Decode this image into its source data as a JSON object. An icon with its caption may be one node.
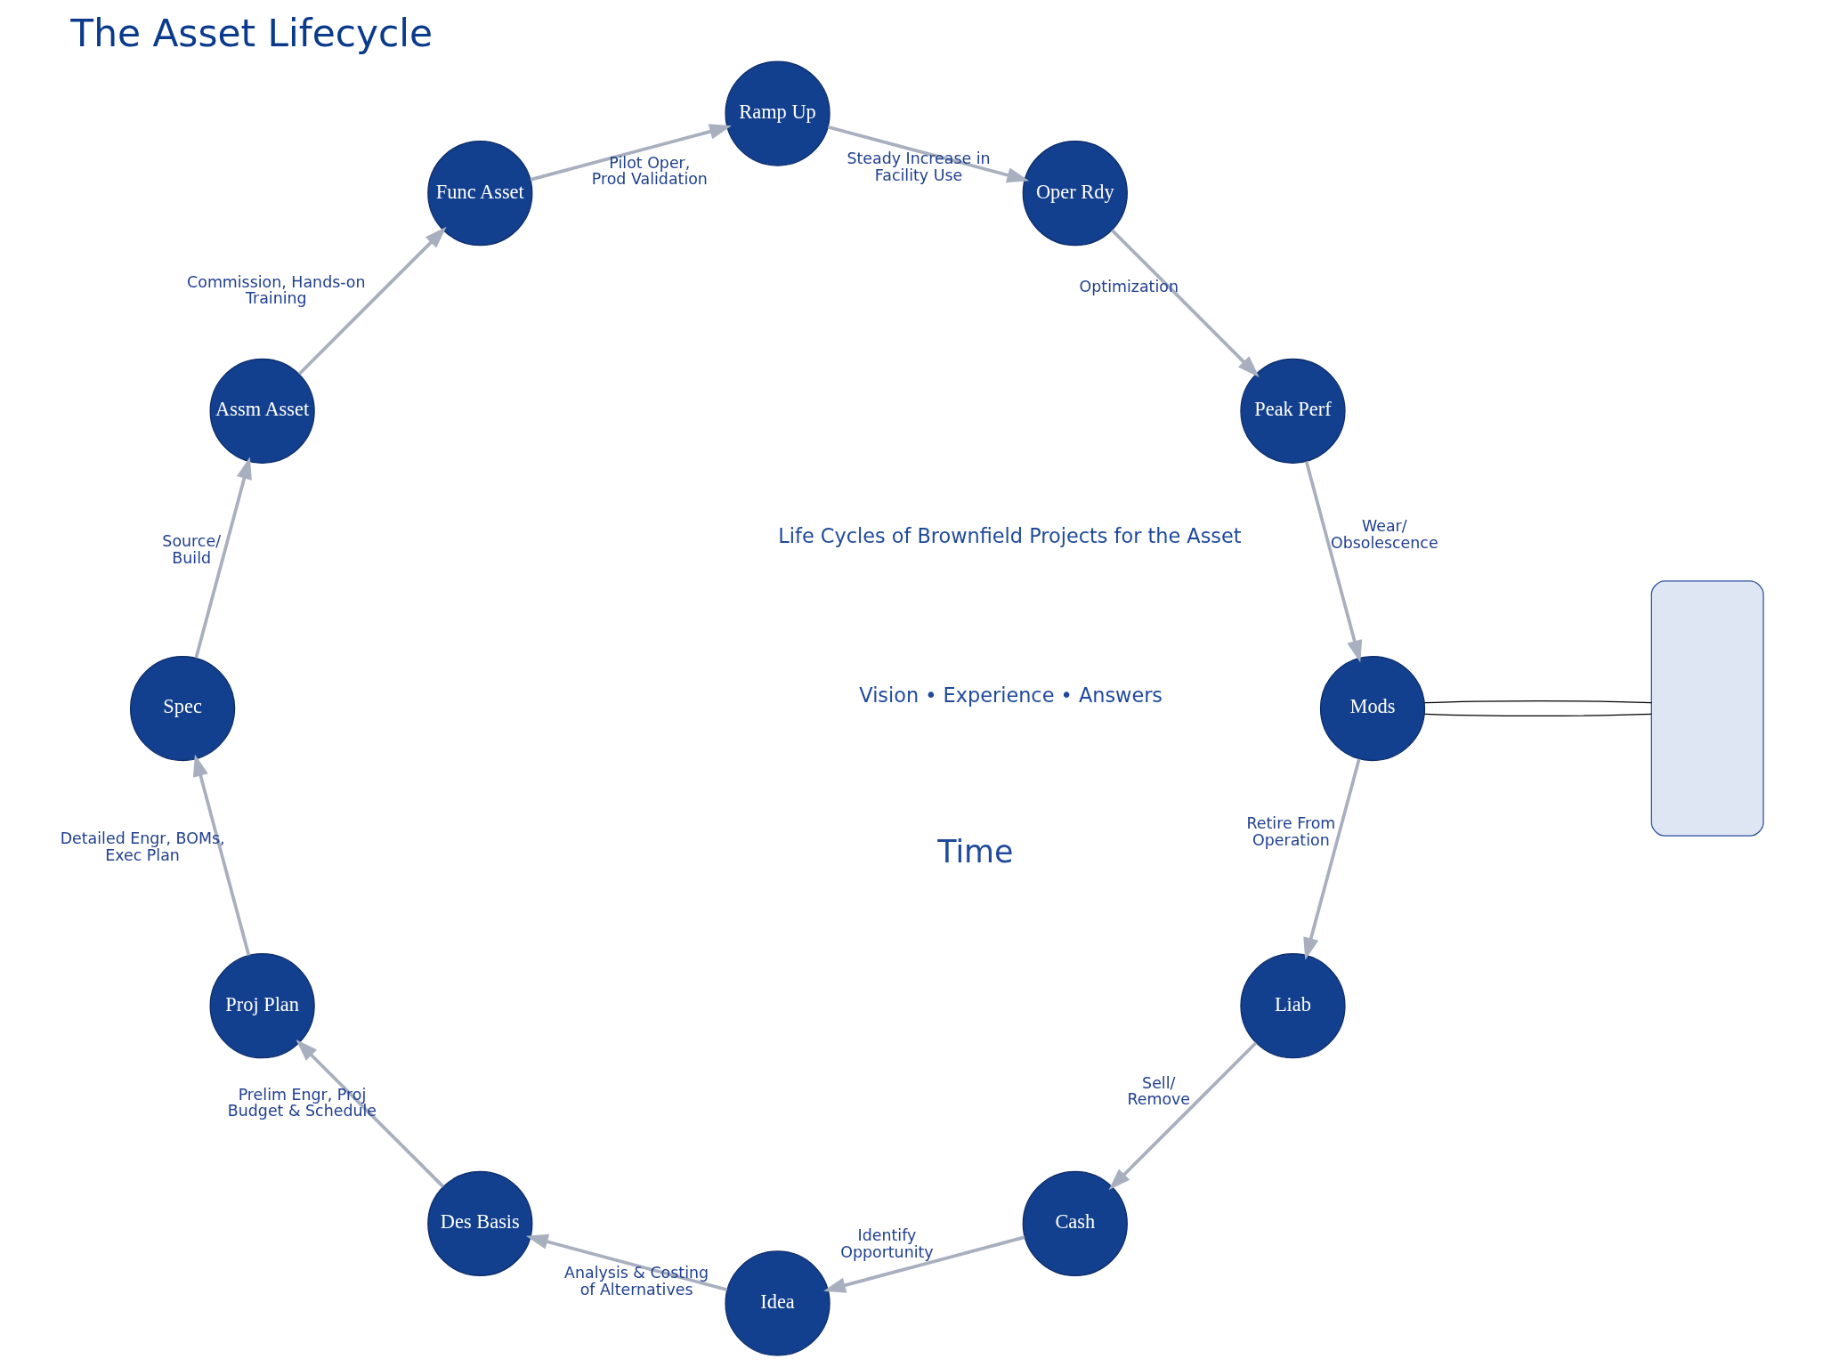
{
  "diagram": {
    "title": "The Asset Lifecycle",
    "nodes": [
      {
        "text": [
          "Idea"
        ]
      },
      {
        "text": [
          "Des Basis"
        ]
      },
      {
        "text": [
          "Proj Plan"
        ]
      },
      {
        "text": [
          "Spec"
        ]
      },
      {
        "text": [
          "Assm Asset"
        ]
      },
      {
        "text": [
          "Func Asset"
        ]
      },
      {
        "text": [
          "Ramp Up"
        ]
      },
      {
        "text": [
          "Oper Rdy"
        ]
      },
      {
        "text": [
          "Peak Perf"
        ]
      },
      {
        "text": [
          "Mods"
        ]
      },
      {
        "text": [
          "Liab"
        ]
      },
      {
        "text": [
          "Cash"
        ]
      },
      {
        "text": [],
        "shape": "box"
      }
    ],
    "edges": [
      {
        "from": 0,
        "to": 1,
        "arrow": "to",
        "label": "Analysis & Costing of Alternatives"
      },
      {
        "from": 1,
        "to": 2,
        "arrow": "to",
        "label": "Prelim Engr, Proj Budget & Schedule"
      },
      {
        "from": 2,
        "to": 3,
        "arrow": "to",
        "label": "Detailed Engr, BOMs, Exec Plan"
      },
      {
        "from": 3,
        "to": 4,
        "arrow": "to",
        "label": "Source/ Build"
      },
      {
        "from": 4,
        "to": 5,
        "arrow": "to",
        "label": "Commission, Hands-on Training"
      },
      {
        "from": 5,
        "to": 6,
        "arrow": "to",
        "label": "Pilot Oper, Prod Validation"
      },
      {
        "from": 6,
        "to": 7,
        "arrow": "to",
        "label": "Steady Increase in Facility Use"
      },
      {
        "from": 7,
        "to": 8,
        "arrow": "to",
        "label": "Optimization"
      },
      {
        "from": 8,
        "to": 9,
        "arrow": "to",
        "label": "Wear/ Obsolescence"
      },
      {
        "from": 9,
        "to": 10,
        "arrow": "to",
        "label": "Retire From Operation"
      },
      {
        "from": 10,
        "to": 11,
        "arrow": "to",
        "label": "Sell/ Remove"
      },
      {
        "from": 11,
        "to": 0,
        "arrow": "to",
        "label": "Identify Opportunity"
      },
      {
        "from": 9,
        "to": 12,
        "arrow": "none",
        "color": "#000000"
      },
      {
        "from": 9,
        "to": 12,
        "arrow": "none",
        "color": "#000000"
      }
    ],
    "labels": [
      "Time",
      "Life Cycles of Brownfield Projects for the Asset",
      "Vision • Experience • Answers"
    ]
  }
}
